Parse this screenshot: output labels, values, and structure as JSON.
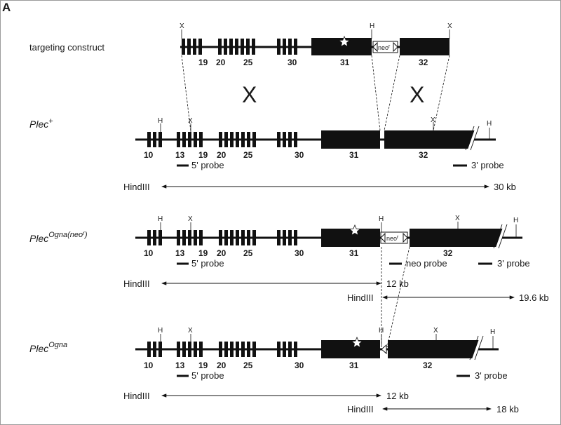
{
  "panel_letter": "A",
  "construct": {
    "label": "targeting construct",
    "sites": [
      "X",
      "H",
      "X"
    ],
    "exons": [
      "19",
      "20",
      "25",
      "30",
      "31",
      "32"
    ],
    "neo": "neo",
    "neo_sup": "r"
  },
  "crossover": "X",
  "wt": {
    "label": "Plec",
    "label_sup": "+",
    "sites": [
      "H",
      "X",
      "X",
      "H"
    ],
    "exons": [
      "10",
      "13",
      "19",
      "20",
      "25",
      "30",
      "31",
      "32"
    ],
    "probe5": "5' probe",
    "probe3": "3' probe",
    "enzyme": "HindIII",
    "size": "30 kb"
  },
  "neo_allele": {
    "label": "Plec",
    "label_sup": "Ogna(neo",
    "label_sup_r": "r",
    "label_sup_close": ")",
    "sites": [
      "H",
      "X",
      "H",
      "X",
      "H"
    ],
    "exons": [
      "10",
      "13",
      "19",
      "20",
      "25",
      "30",
      "31",
      "32"
    ],
    "neo": "neo",
    "neo_sup": "r",
    "probe5": "5' probe",
    "probe_neo": "neo probe",
    "probe3": "3' probe",
    "enzyme1": "HindIII",
    "size1": "12 kb",
    "enzyme2": "HindIII",
    "size2": "19.6 kb"
  },
  "ogna": {
    "label": "Plec",
    "label_sup": "Ogna",
    "sites": [
      "H",
      "X",
      "H",
      "X",
      "H"
    ],
    "exons": [
      "10",
      "13",
      "19",
      "20",
      "25",
      "30",
      "31",
      "32"
    ],
    "probe5": "5' probe",
    "probe3": "3' probe",
    "enzyme1": "HindIII",
    "size1": "12 kb",
    "enzyme2": "HindIII",
    "size2": "18 kb"
  }
}
